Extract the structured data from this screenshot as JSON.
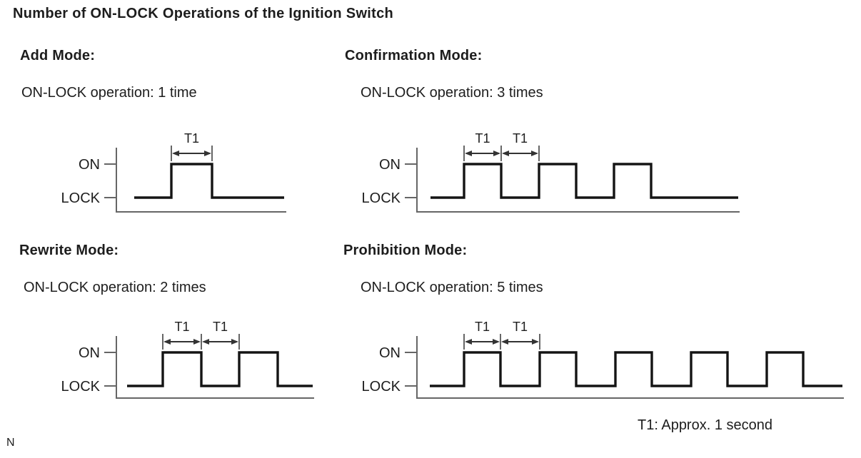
{
  "title": "Number of ON-LOCK Operations of the Ignition Switch",
  "footnote": "T1: Approx. 1 second",
  "corner_note": "N",
  "axis_labels": {
    "on": "ON",
    "lock": "LOCK"
  },
  "dimension_label": "T1",
  "colors": {
    "text": "#1d1d1d",
    "wave": "#141414",
    "thin_line": "#666666",
    "dimension": "#333333"
  },
  "modes": [
    {
      "id": "add",
      "name": "Add Mode:",
      "operation": "ON-LOCK operation: 1 time",
      "on_lock_times": 1,
      "pulses": 1,
      "t1_spans": 1
    },
    {
      "id": "confirmation",
      "name": "Confirmation Mode:",
      "operation": "ON-LOCK operation: 3 times",
      "on_lock_times": 3,
      "pulses": 3,
      "t1_spans": 2
    },
    {
      "id": "rewrite",
      "name": "Rewrite Mode:",
      "operation": "ON-LOCK operation: 2 times",
      "on_lock_times": 2,
      "pulses": 2,
      "t1_spans": 2
    },
    {
      "id": "prohibition",
      "name": "Prohibition Mode:",
      "operation": "ON-LOCK operation: 5 times",
      "on_lock_times": 5,
      "pulses": 5,
      "t1_spans": 2
    }
  ]
}
